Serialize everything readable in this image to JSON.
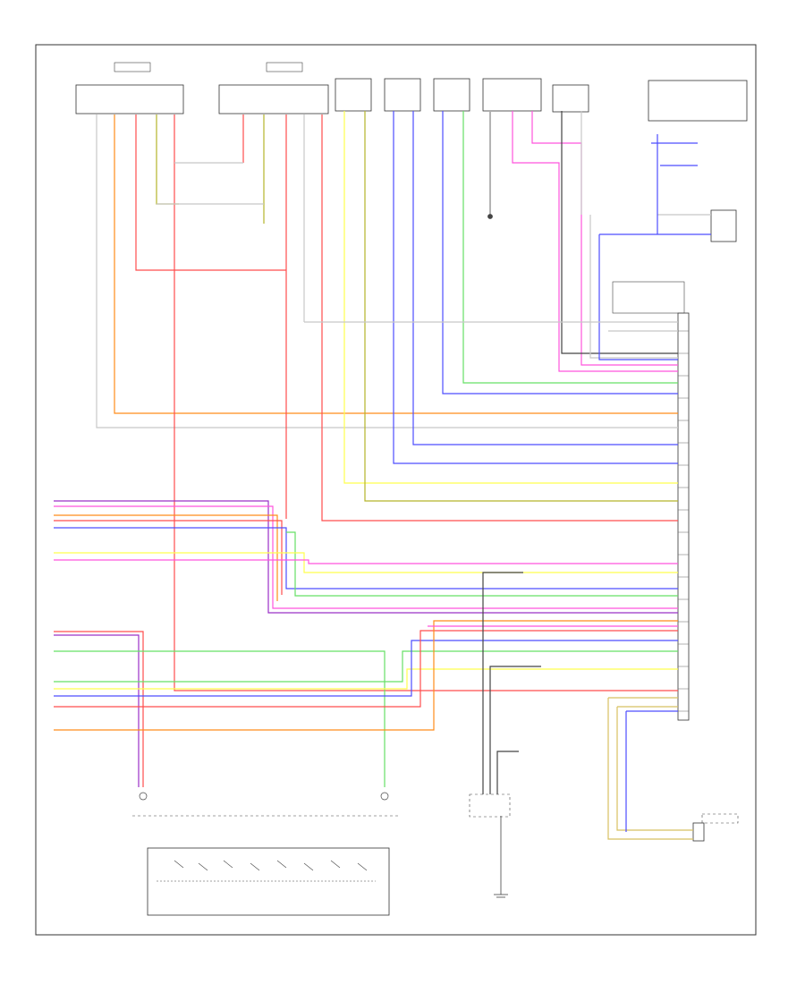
{
  "colors": {
    "frame": "#333333",
    "orange": "#ff8c1a",
    "red": "#ff4d4d",
    "yellow": "#ffff4d",
    "yelgrn": "#b5b52a",
    "blue": "#4d4dff",
    "green": "#66e066",
    "pink": "#ff55dd",
    "purple": "#9b30c8",
    "gray": "#c8c8c8",
    "tan": "#d8c060",
    "black": "#444444"
  },
  "diagram": {
    "footer_code": "",
    "top_components": [
      {
        "id": "rr-sensor",
        "label": ""
      },
      {
        "id": "lr-sensor",
        "label": ""
      },
      {
        "id": "rf-speaker",
        "label": ""
      },
      {
        "id": "lf-speaker",
        "label": ""
      },
      {
        "id": "center-speaker",
        "label": ""
      },
      {
        "id": "lr-speaker",
        "label": ""
      },
      {
        "id": "rr-speaker",
        "label": ""
      }
    ],
    "right_components": [
      {
        "id": "audio-module",
        "label": ""
      },
      {
        "id": "rear-speaker",
        "label": ""
      },
      {
        "id": "subwoofer",
        "label": ""
      }
    ],
    "bottom_components": [
      {
        "id": "audio-control",
        "label": ""
      },
      {
        "id": "ground-module",
        "label": ""
      }
    ]
  }
}
